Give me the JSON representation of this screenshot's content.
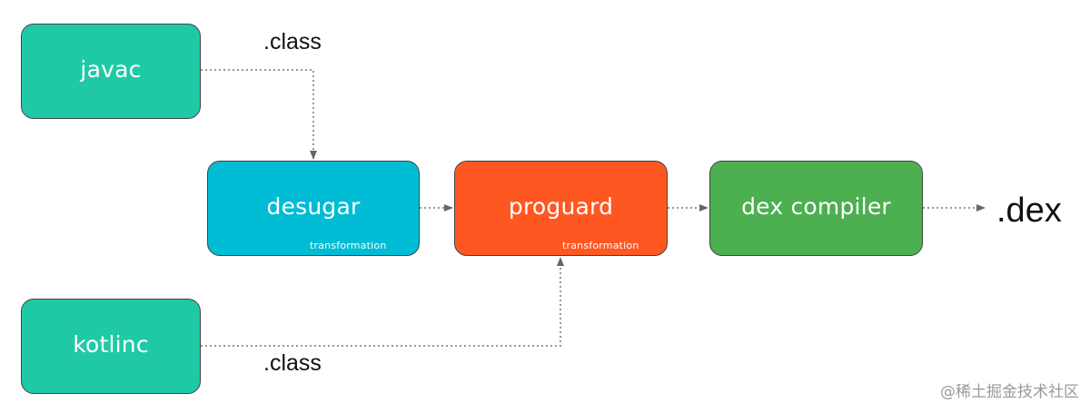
{
  "nodes": {
    "javac": {
      "label": "javac"
    },
    "kotlinc": {
      "label": "kotlinc"
    },
    "desugar": {
      "label": "desugar",
      "sublabel": "transformation"
    },
    "proguard": {
      "label": "proguard",
      "sublabel": "transformation"
    },
    "dex_compiler": {
      "label": "dex compiler"
    }
  },
  "edge_labels": {
    "javac_output": ".class",
    "kotlinc_output": ".class",
    "final_output": ".dex"
  },
  "watermark": "@稀土掘金技术社区",
  "colors": {
    "teal": "#20C9A6",
    "cyan": "#00BCD4",
    "orange": "#FF5722",
    "green": "#4CAF50",
    "connector": "#666666"
  }
}
